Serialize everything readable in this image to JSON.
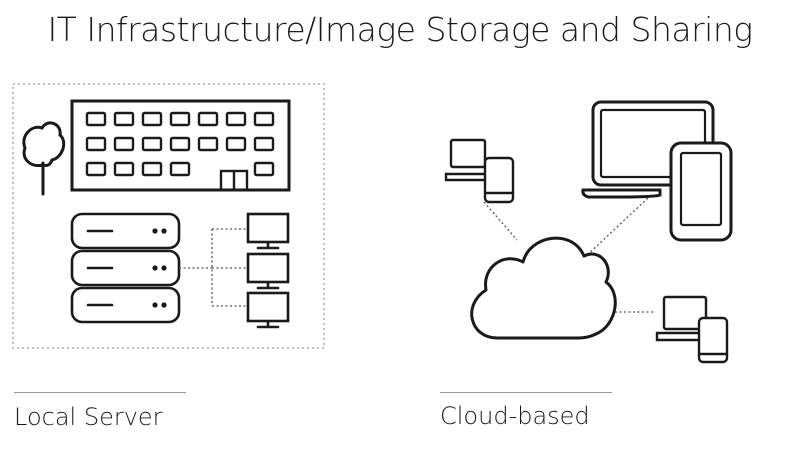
{
  "title": "IT Infrastructure/Image Storage and Sharing",
  "local": {
    "caption": "Local Server"
  },
  "cloud": {
    "caption": "Cloud-based"
  }
}
